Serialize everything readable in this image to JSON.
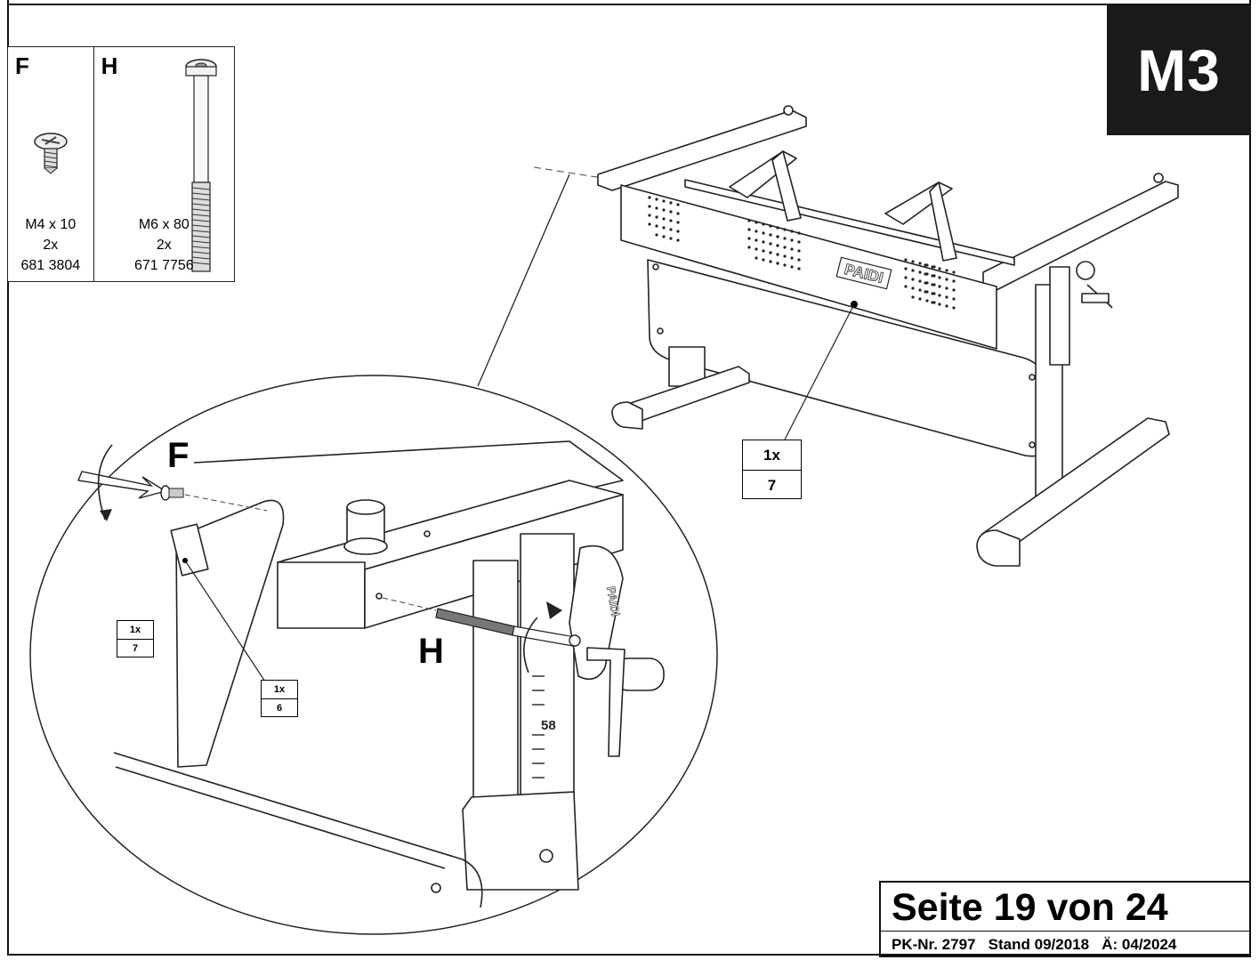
{
  "step": {
    "label": "M3"
  },
  "parts": [
    {
      "letter": "F",
      "size": "M4 x 10",
      "count": "2x",
      "number": "681 3804"
    },
    {
      "letter": "H",
      "size": "M6 x 80",
      "count": "2x",
      "number": "671 7756"
    }
  ],
  "main_view": {
    "brand": "PAIDI",
    "qty_box": {
      "count": "1x",
      "part": "7"
    }
  },
  "detail_view": {
    "callout_f": "F",
    "callout_h": "H",
    "qty_panel": {
      "count": "1x",
      "part": "7"
    },
    "qty_bracket": {
      "count": "1x",
      "part": "6"
    },
    "brand": "PAIDI",
    "scale_mark": "58"
  },
  "footer": {
    "page": "Seite 19 von 24",
    "pk": "PK-Nr. 2797",
    "stand": "Stand 09/2018",
    "revision": "Ä: 04/2024"
  }
}
